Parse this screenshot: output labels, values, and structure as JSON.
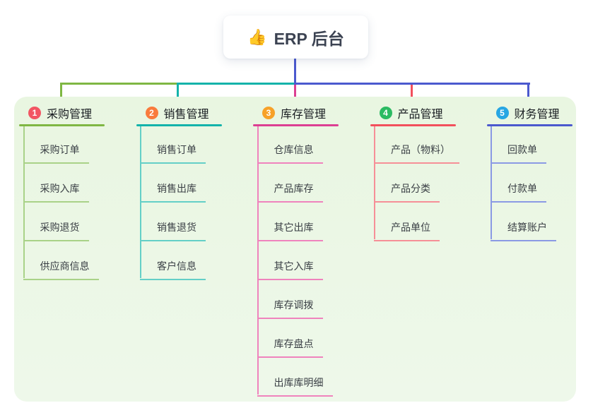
{
  "root": {
    "icon": "👍",
    "title": "ERP 后台"
  },
  "branches": [
    {
      "num": "1",
      "label": "采购管理",
      "badge_color": "#f25663",
      "line_color": "#7fb743",
      "child_line_color": "#a9d288",
      "children": [
        "采购订单",
        "采购入库",
        "采购退货",
        "供应商信息"
      ]
    },
    {
      "num": "2",
      "label": "销售管理",
      "badge_color": "#f97b3d",
      "line_color": "#14b3aa",
      "child_line_color": "#64cfc7",
      "children": [
        "销售订单",
        "销售出库",
        "销售退货",
        "客户信息"
      ]
    },
    {
      "num": "3",
      "label": "库存管理",
      "badge_color": "#f7a128",
      "line_color": "#dc3f92",
      "child_line_color": "#ef83bd",
      "children": [
        "仓库信息",
        "产品库存",
        "其它出库",
        "其它入库",
        "库存调拨",
        "库存盘点",
        "出库库明细"
      ]
    },
    {
      "num": "4",
      "label": "产品管理",
      "badge_color": "#2bbb62",
      "line_color": "#f2505c",
      "child_line_color": "#f68f97",
      "children": [
        "产品（物料）",
        "产品分类",
        "产品单位"
      ]
    },
    {
      "num": "5",
      "label": "财务管理",
      "badge_color": "#27a6e3",
      "line_color": "#4b59ce",
      "child_line_color": "#8b9ae4",
      "children": [
        "回款单",
        "付款单",
        "结算账户"
      ]
    }
  ],
  "connector_colors": {
    "trunk": "#4b59ce",
    "left_segment": "#7fb743",
    "mid_segment": "#14b3aa",
    "right_segment": "#4b59ce",
    "drop_branch3": "#dc3f92",
    "drop_branch4": "#f2505c"
  },
  "panel_bg": "#e9f6e1",
  "canvas_bg": "#ffffff"
}
